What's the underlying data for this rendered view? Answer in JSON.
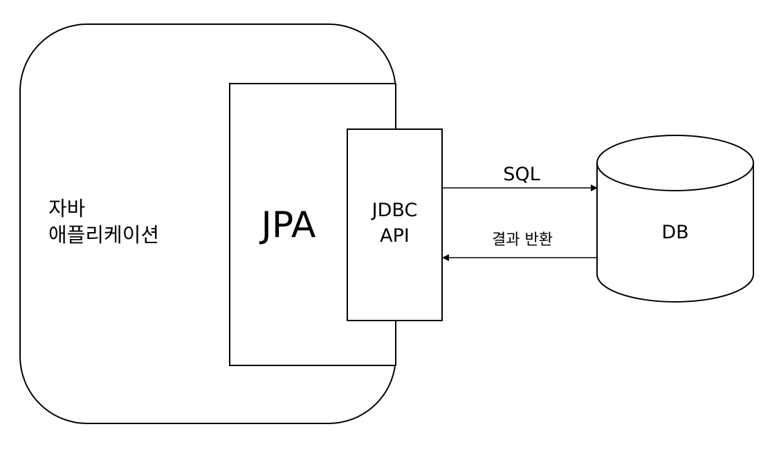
{
  "java_application": {
    "line1": "자바",
    "line2": "애플리케이션"
  },
  "jpa": {
    "label": "JPA"
  },
  "jdbc_api": {
    "line1": "JDBC",
    "line2": "API"
  },
  "db": {
    "label": "DB"
  },
  "arrows": {
    "sql_label": "SQL",
    "result_label": "결과 반환"
  },
  "colors": {
    "stroke": "#000000",
    "background": "#ffffff"
  }
}
